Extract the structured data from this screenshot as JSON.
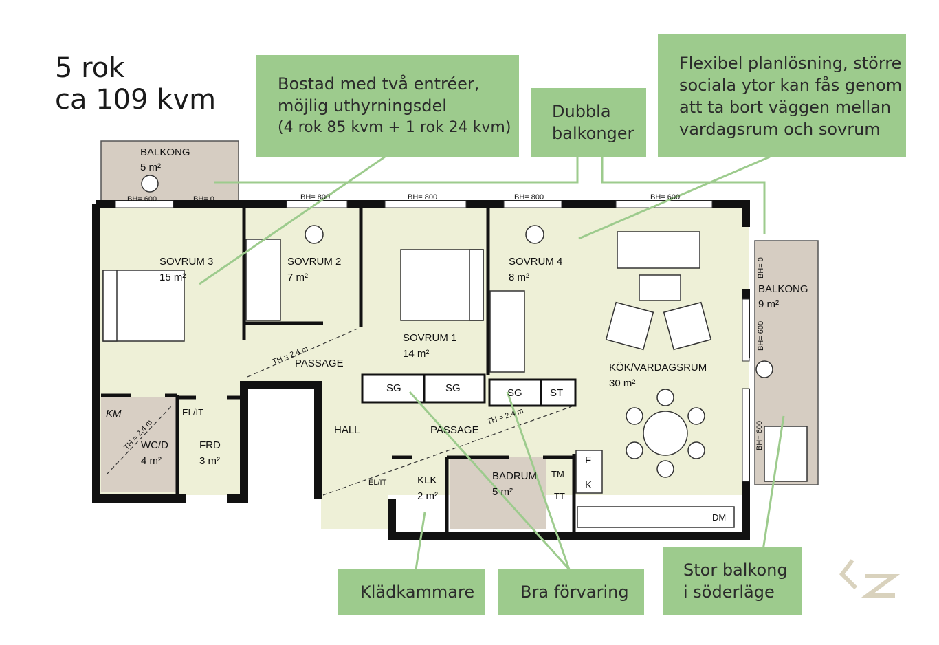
{
  "title": {
    "line1": "5 rok",
    "line2": "ca 109 kvm"
  },
  "callouts": {
    "entrances": [
      "Bostad med två entréer,",
      "möjlig uthyrningsdel",
      "(4 rok 85 kvm + 1 rok 24 kvm)"
    ],
    "balconies": [
      "Dubbla",
      "balkonger"
    ],
    "flexible": [
      "Flexibel planlösning, större",
      "sociala ytor kan fås genom",
      "att ta bort väggen mellan",
      "vardagsrum och sovrum"
    ],
    "wardrobe": "Klädkammare",
    "storage": "Bra förvaring",
    "big_balcony": [
      "Stor balkong",
      "i söderläge"
    ]
  },
  "rooms": {
    "balkong_w": {
      "name": "BALKONG",
      "area": "5 m²"
    },
    "sovrum3": {
      "name": "SOVRUM 3",
      "area": "15 m²"
    },
    "sovrum2": {
      "name": "SOVRUM 2",
      "area": "7 m²"
    },
    "sovrum1": {
      "name": "SOVRUM 1",
      "area": "14 m²"
    },
    "sovrum4": {
      "name": "SOVRUM 4",
      "area": "8 m²"
    },
    "kok": {
      "name": "KÖK/VARDAGSRUM",
      "area": "30 m²"
    },
    "balkong_e": {
      "name": "BALKONG",
      "area": "9 m²"
    },
    "wc": {
      "name": "WC/D",
      "area": "4 m²"
    },
    "frd": {
      "name": "FRD",
      "area": "3 m²"
    },
    "klk": {
      "name": "KLK",
      "area": "2 m²"
    },
    "badrum": {
      "name": "BADRUM",
      "area": "5 m²"
    }
  },
  "labels": {
    "passage1": "PASSAGE",
    "passage2": "PASSAGE",
    "hall": "HALL",
    "sg1": "SG",
    "sg2": "SG",
    "sg3": "SG",
    "st": "ST",
    "km": "KM",
    "elit1": "EL/IT",
    "elit2": "EL/IT",
    "tm": "TM",
    "tt": "TT",
    "f": "F",
    "k": "K",
    "dm": "DM",
    "th1": "TH = 2,4 m",
    "th2": "TH = 2,4 m",
    "th3": "TH = 2,4 m",
    "bh_w1": "BH= 600",
    "bh_w2": "BH= 0",
    "bh_n1": "BH= 800",
    "bh_n2": "BH= 800",
    "bh_n3": "BH= 800",
    "bh_n4": "BH= 600",
    "bh_e1": "BH= 0",
    "bh_e2": "BH= 600",
    "bh_e3": "BH= 600"
  },
  "colors": {
    "floor": "#eef0d7",
    "wet_floor": "#d8cfc4",
    "balcony": "#d6cdc2",
    "wall": "#111111",
    "callout_bg": "#9dcb8d",
    "leader": "#9dcb8d"
  }
}
